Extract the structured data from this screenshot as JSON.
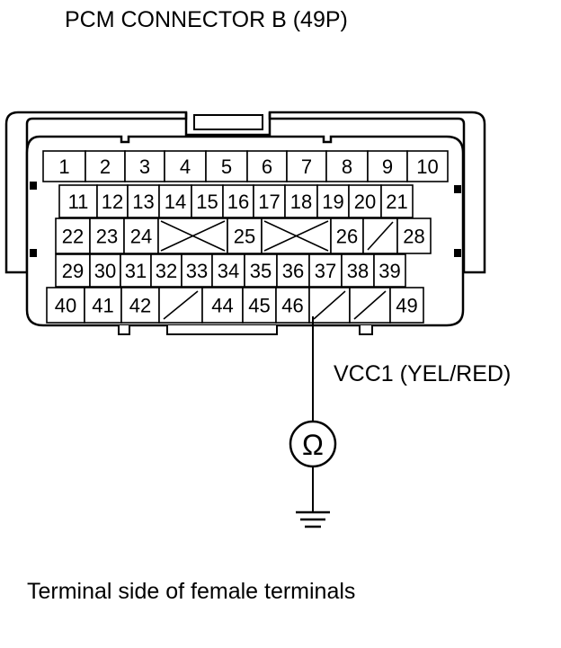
{
  "title": "PCM CONNECTOR B (49P)",
  "caption": "Terminal side of female terminals",
  "wire_label": "VCC1 (YEL/RED)",
  "meter_symbol": "Ω",
  "meter_icon": "ohmmeter-icon",
  "ground_icon": "ground-icon",
  "probe_pin": "46",
  "rows": [
    {
      "name": "row-1",
      "cells": [
        "1",
        "2",
        "3",
        "4",
        "5",
        "6",
        "7",
        "8",
        "9",
        "10"
      ]
    },
    {
      "name": "row-2",
      "cells": [
        "11",
        "12",
        "13",
        "14",
        "15",
        "16",
        "17",
        "18",
        "19",
        "20",
        "21"
      ]
    },
    {
      "name": "row-3",
      "cells": [
        "22",
        "23",
        "24",
        "X",
        "25",
        "X",
        "26",
        "/",
        "28"
      ]
    },
    {
      "name": "row-4",
      "cells": [
        "29",
        "30",
        "31",
        "32",
        "33",
        "34",
        "35",
        "36",
        "37",
        "38",
        "39"
      ]
    },
    {
      "name": "row-5",
      "cells": [
        "40",
        "41",
        "42",
        "/",
        "44",
        "45",
        "46",
        "/",
        "/",
        "49"
      ]
    }
  ]
}
